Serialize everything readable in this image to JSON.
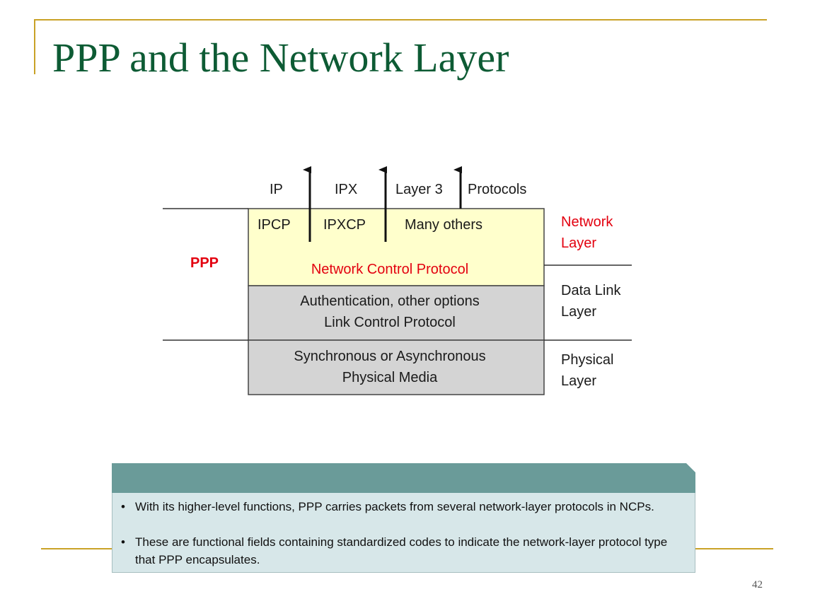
{
  "slide": {
    "title": "PPP and the Network Layer",
    "page_number": "42"
  },
  "diagram": {
    "arrow_labels": [
      "IP",
      "IPX",
      "Layer 3",
      "Protocols"
    ],
    "ppp_label": "PPP",
    "network_control": {
      "items": [
        "IPCP",
        "IPXCP",
        "Many others"
      ],
      "label": "Network Control Protocol"
    },
    "link_control": {
      "line1": "Authentication, other options",
      "line2": "Link Control Protocol"
    },
    "physical": {
      "line1": "Synchronous or Asynchronous",
      "line2": "Physical Media"
    },
    "layers": {
      "network": [
        "Network",
        "Layer"
      ],
      "data_link": [
        "Data Link",
        "Layer"
      ],
      "physical": [
        "Physical",
        "Layer"
      ]
    },
    "colors": {
      "ncp_fill": "#ffffcc",
      "lcp_fill": "#d4d4d4",
      "accent_red": "#e3000f"
    }
  },
  "notes": {
    "bullets": [
      "With its higher-level functions, PPP carries packets from several network-layer protocols in NCPs.",
      "These are functional fields containing standardized codes to indicate the network-layer protocol type that PPP encapsulates."
    ]
  }
}
